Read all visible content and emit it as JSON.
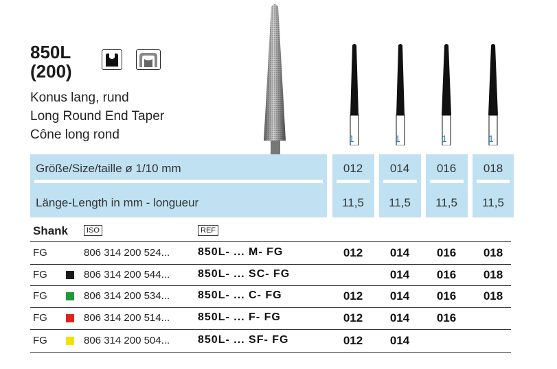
{
  "product": {
    "code": "850L",
    "subcode": "(200)",
    "descriptions": [
      "Konus lang, rund",
      "Long Round End Taper",
      "Cône long rond"
    ],
    "icons": [
      "crown-preparation-icon",
      "crown-outline-icon"
    ]
  },
  "size_row": {
    "label": "Größe/Size/taille  ø 1/10 mm",
    "values": [
      "012",
      "014",
      "016",
      "018"
    ]
  },
  "length_row": {
    "label": "Länge-Length in mm - longueur",
    "values": [
      "11,5",
      "11,5",
      "11,5",
      "11,5"
    ]
  },
  "bur_marks": [
    "1",
    "1",
    "1",
    "1"
  ],
  "table": {
    "shank_header": "Shank",
    "iso_header": "ISO",
    "ref_header": "REF",
    "rows": [
      {
        "shank": "FG",
        "color": "",
        "iso": "806 314 200 524...",
        "ref": "850L- ... M-  FG",
        "sizes": [
          "012",
          "014",
          "016",
          "018"
        ]
      },
      {
        "shank": "FG",
        "color": "#1a1a1a",
        "iso": "806 314 200 544...",
        "ref": "850L- ... SC- FG",
        "sizes": [
          "",
          "014",
          "016",
          "018"
        ]
      },
      {
        "shank": "FG",
        "color": "#1e9a3a",
        "iso": "806 314 200 534...",
        "ref": "850L- ... C-  FG",
        "sizes": [
          "012",
          "014",
          "016",
          "018"
        ]
      },
      {
        "shank": "FG",
        "color": "#e2231a",
        "iso": "806 314 200 514...",
        "ref": "850L- ... F-  FG",
        "sizes": [
          "012",
          "014",
          "016",
          ""
        ]
      },
      {
        "shank": "FG",
        "color": "#f5e100",
        "iso": "806 314 200 504...",
        "ref": "850L- ... SF- FG",
        "sizes": [
          "012",
          "014",
          "",
          ""
        ]
      }
    ]
  },
  "colors": {
    "accent_blue": "#bfe1f2",
    "mark_blue": "#1a7fc4"
  }
}
